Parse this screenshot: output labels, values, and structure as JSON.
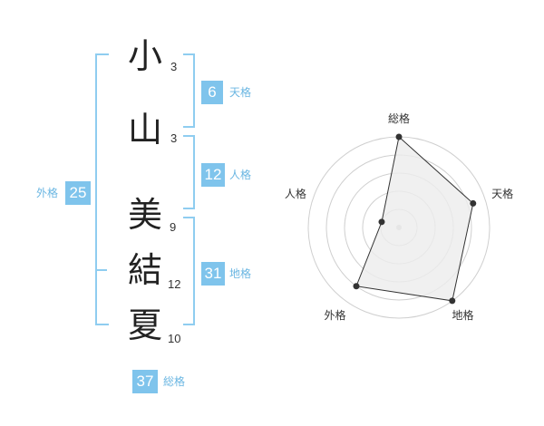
{
  "name": {
    "characters": [
      {
        "char": "小",
        "strokes": "3"
      },
      {
        "char": "山",
        "strokes": "3"
      },
      {
        "char": "美",
        "strokes": "9"
      },
      {
        "char": "結",
        "strokes": "12"
      },
      {
        "char": "夏",
        "strokes": "10"
      }
    ]
  },
  "scores": {
    "tenkaku": {
      "value": "6",
      "label": "天格"
    },
    "jinkaku": {
      "value": "12",
      "label": "人格"
    },
    "chikaku": {
      "value": "31",
      "label": "地格"
    },
    "gaikaku": {
      "value": "25",
      "label": "外格"
    },
    "soukaku": {
      "value": "37",
      "label": "総格"
    }
  },
  "colors": {
    "accent": "#7fc4ec",
    "bracket": "#8fcdf0",
    "ring": "#cfcfcf",
    "fill": "#ececec"
  },
  "chart_data": {
    "type": "radar",
    "axes": [
      "総格",
      "天格",
      "地格",
      "外格",
      "人格"
    ],
    "values": [
      5,
      4.3,
      5,
      4,
      1
    ],
    "max": 5,
    "rings": 5
  }
}
